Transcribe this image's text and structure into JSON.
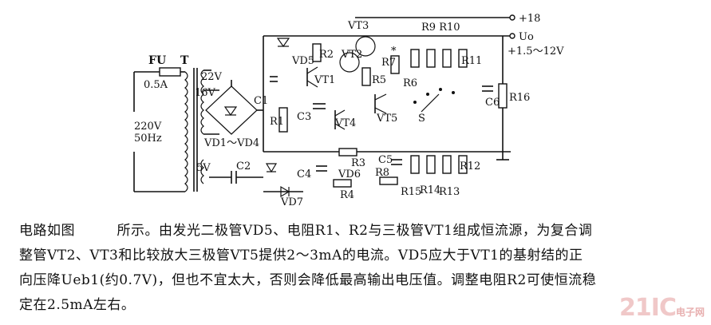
{
  "labels": {
    "fu": "FU",
    "fuse_rating": "0.5A",
    "transformer": "T",
    "v22": "22V",
    "v16": "16V",
    "v5": "5V",
    "mains_v": "220V",
    "mains_hz": "50Hz",
    "bridge": "VD1～VD4",
    "c1": "C1",
    "c2": "C2",
    "c3": "C3",
    "c4": "C4",
    "c5": "C5",
    "c6": "C6",
    "r1": "R1",
    "r2": "R2",
    "r3": "R3",
    "r4": "R4",
    "r5": "R5",
    "r6": "R6",
    "r7": "R7",
    "r9r10": "R9 R10",
    "r11": "R11",
    "r12": "R12",
    "r13": "R13",
    "r14": "R14",
    "r15": "R15",
    "r16": "R16",
    "vd5": "VD5",
    "vd6": "VD6",
    "vd7": "VD7",
    "vt1": "VT1",
    "vt2": "VT2",
    "vt3": "VT3",
    "vt4": "VT4",
    "vt5": "VT5",
    "s": "S",
    "star": "*",
    "plus18": "+18",
    "uo": "Uo",
    "out_range": "+1.5～12V"
  },
  "caption": {
    "line1": "电路如图　　　所示。由发光二极管VD5、电阻R1、R2与三极管VT1组成恒流源，为复合调",
    "line2": "整管VT2、VT3和比较放大三极管VT5提供2～3mA的电流。VD5应大于VT1的基射结的正",
    "line3": "向压降Ueb1(约0.7V)，但也不宜太大，否则会降低最高输出电压值。调整电阻R2可使恒流稳",
    "line4": "定在2.5mA左右。"
  },
  "watermark": {
    "brand": "21IC",
    "sub": "电子网"
  }
}
